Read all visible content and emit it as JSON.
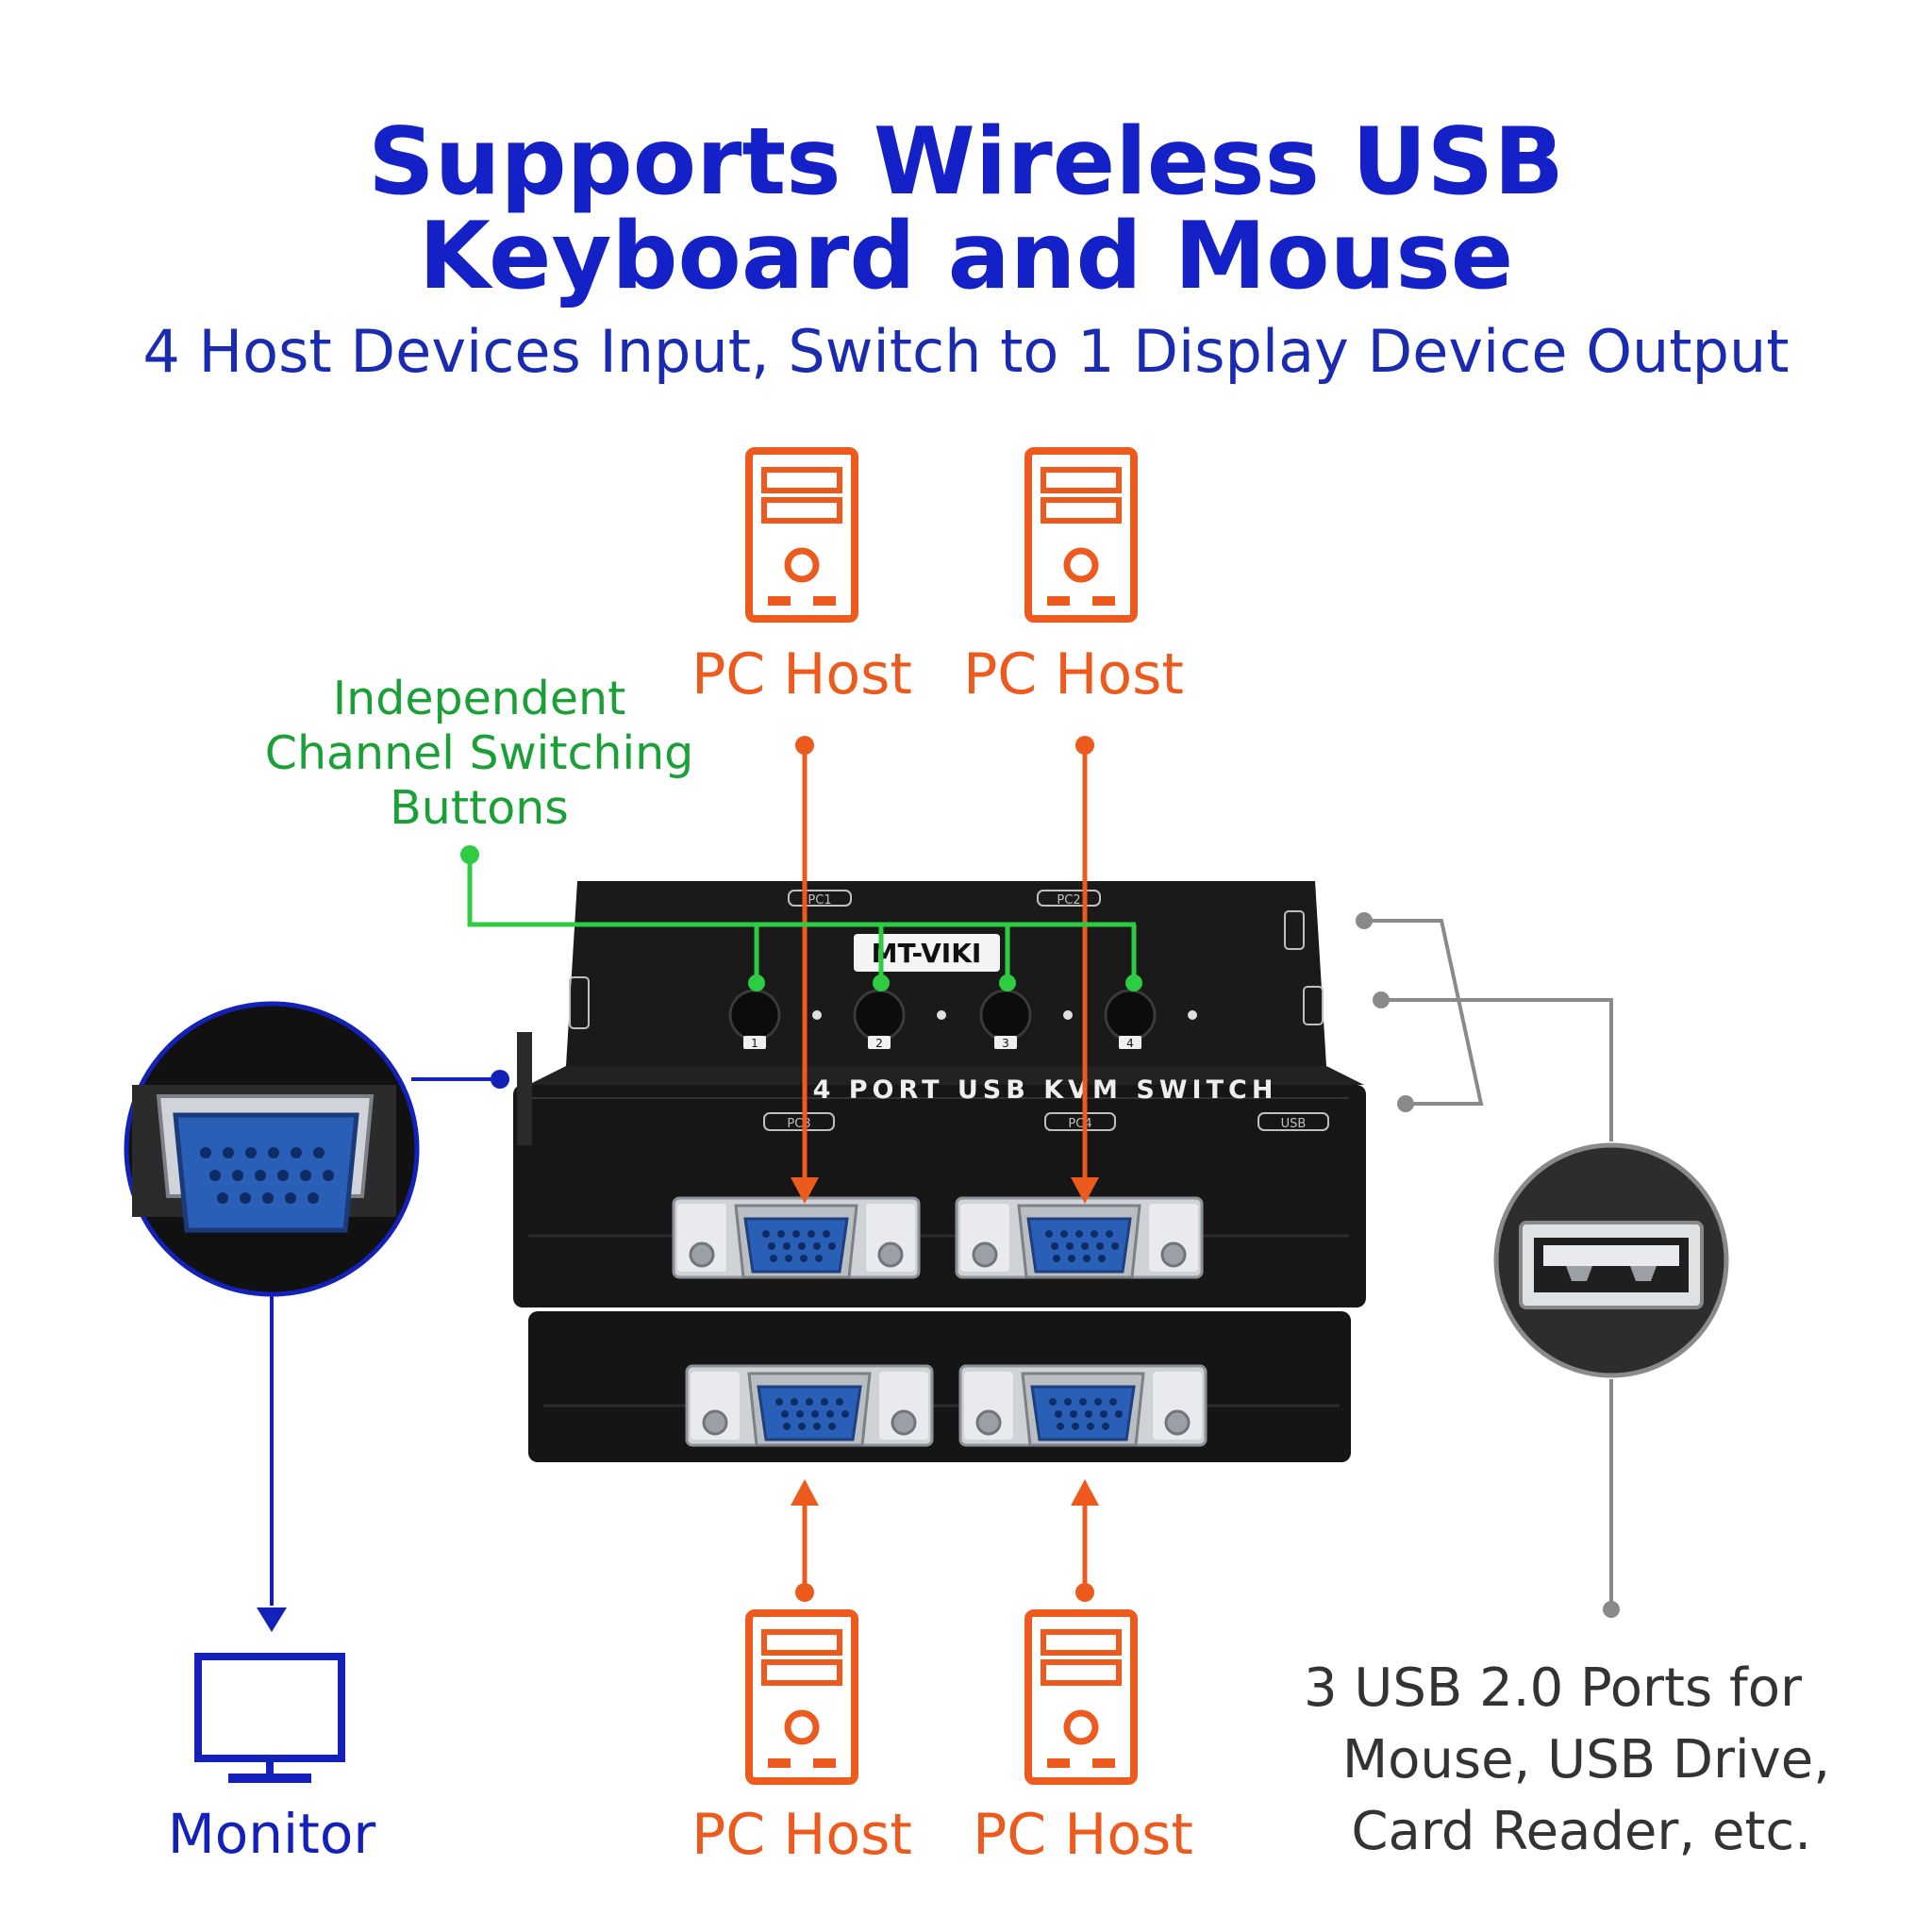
{
  "title": {
    "line1": "Supports Wireless USB",
    "line2": "Keyboard and Mouse"
  },
  "subtitle": "4 Host Devices Input, Switch to 1 Display Device Output",
  "pc_hosts": [
    {
      "label": "PC Host"
    },
    {
      "label": "PC Host"
    },
    {
      "label": "PC Host"
    },
    {
      "label": "PC Host"
    }
  ],
  "buttons_callout": {
    "line1": "Independent",
    "line2": "Channel Switching",
    "line3": "Buttons"
  },
  "device": {
    "brand": "MT-VIKI",
    "model": "4 PORT USB KVM SWITCH",
    "port_labels": [
      "PC1",
      "PC2",
      "PC3",
      "PC4"
    ],
    "usb_label": "USB",
    "button_numbers": [
      "1",
      "2",
      "3",
      "4"
    ]
  },
  "monitor": {
    "label": "Monitor"
  },
  "usb_callout": {
    "line1": "3 USB 2.0 Ports for",
    "line2": "Mouse, USB Drive,",
    "line3": "Card Reader, etc."
  },
  "colors": {
    "title": "#1421c6",
    "host": "#ec5a1e",
    "buttons_line": "#2ecc40",
    "monitor_line": "#1421b8",
    "usb_line": "#8a8a8a",
    "device_body": "#141414",
    "vga_blue": "#2a5fb8"
  },
  "icons": [
    "pc-tower-icon",
    "monitor-icon",
    "vga-port-icon",
    "usb-port-icon"
  ]
}
